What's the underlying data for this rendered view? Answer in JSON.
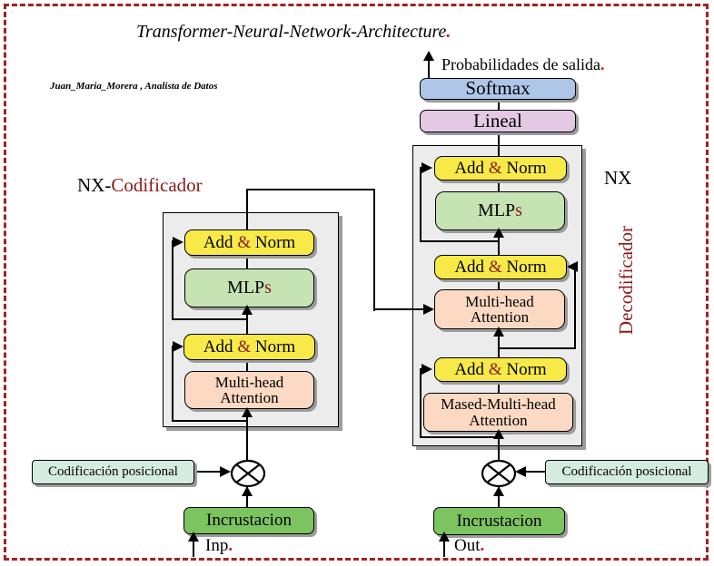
{
  "colors": {
    "frame_dashed_red": "#a32020",
    "accent_dark_red": "#8b1a1a",
    "accent_bright_red": "#e01818",
    "box_yellow": "#f7ea48",
    "box_green": "#c6e3b4",
    "box_peach": "#fbd9c2",
    "box_blue": "#aec6e8",
    "box_purple": "#e3c9e3",
    "box_embed_green": "#7cc45f",
    "box_mint": "#d4ecdf",
    "container_gray": "#ececec"
  },
  "header": {
    "title": "Transformer-Neural-Network-Architecture",
    "title_dot": ".",
    "author": "Juan_Maria_Morera , Analista de Datos"
  },
  "top": {
    "probabilities": "Probabilidades de salida",
    "probabilities_dot": ".",
    "softmax": "Softmax",
    "lineal": "Lineal"
  },
  "blocks": {
    "add_pre": "Add ",
    "add_amp": "&",
    "add_post": " Norm",
    "mlp_pre": "MLP",
    "mlp_s": "s",
    "mha_line1": "Multi-head",
    "mha_line2": "Attention",
    "masked_line1": "Mased-Multi-head",
    "masked_line2": "Attention",
    "embed": "Incrustacion",
    "posenc": "Codificación posicional"
  },
  "encoder": {
    "tag_black": "NX-",
    "tag_red": "Codificador",
    "input": "Inp",
    "input_dot": "."
  },
  "decoder": {
    "tag_black": "NX",
    "tag_red": "Decodificador",
    "input": "Out",
    "input_dot": "."
  }
}
